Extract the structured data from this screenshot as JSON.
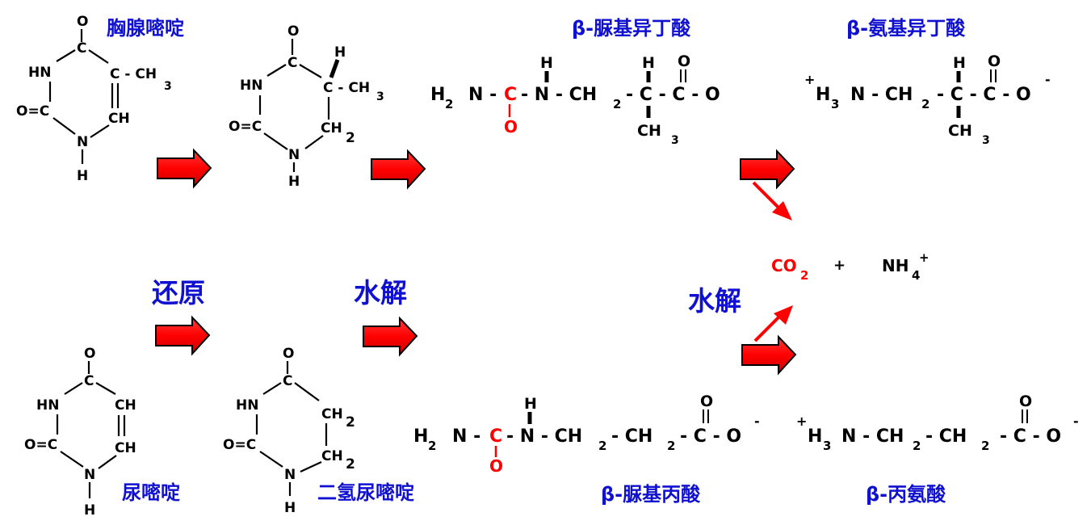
{
  "labels": {
    "thymine": "胸腺嘧啶",
    "uracil": "尿嘧啶",
    "dihydrouracil": "二氢尿嘧啶",
    "ureidoisobutyrate": "β-脲基异丁酸",
    "aminoisobutyrate": "β-氨基异丁酸",
    "ureidopropionate": "β-脲基丙酸",
    "alanine": "β-丙氨酸"
  },
  "steps": {
    "reduction": "还原",
    "hydrolysis_1": "水解",
    "hydrolysis_2": "水解"
  },
  "ring": {
    "o": "O",
    "hn": "HN",
    "c": "C",
    "o_eq_c": "O=C",
    "n": "N",
    "h": "H",
    "ch": "CH",
    "ch2": "CH",
    "ch3": "CH",
    "sub2": "2",
    "sub3": "3",
    "dash_ch3": "C - CH",
    "c_dash_ch3": "- CH"
  },
  "chains": {
    "ureido_iso": {
      "h2n": "H",
      "sub2": "2",
      "n_dash": "N -",
      "c_red": "C",
      "o_red": "O",
      "dash_n": "- N - CH",
      "sub2b": "2",
      "dash_c": "- C - C - O",
      "h_top": "H",
      "h_top2": "H",
      "o_top": "O",
      "ch3": "CH",
      "sub3": "3"
    },
    "amino_iso": {
      "plus": "+",
      "h3n": "H",
      "sub3": "3",
      "n_ch": "N - CH",
      "sub2": "2",
      "dash_c": "- C - C - O",
      "minus": "-",
      "h_top": "H",
      "o_top": "O",
      "ch3": "CH",
      "sub3b": "3"
    },
    "ureido_pro": {
      "h2n": "H",
      "sub2": "2",
      "n_dash": "N -",
      "c_red": "C",
      "o_red": "O",
      "dash_n": "- N - CH",
      "sub2b": "2",
      "dash_ch": "- CH",
      "sub2c": "2",
      "dash_c": "- C - O",
      "minus": "-",
      "h_top": "H",
      "o_top": "O"
    },
    "alanine": {
      "plus": "+",
      "h3n": "H",
      "sub3": "3",
      "n_ch": "N - CH",
      "sub2": "2",
      "dash_ch": "- CH",
      "sub2b": "2",
      "dash_c": "- C - O",
      "minus": "-",
      "o_top": "O"
    }
  },
  "products": {
    "co2": "CO",
    "co2_sub": "2",
    "plus": "+",
    "nh4": "NH",
    "nh4_sub": "4",
    "nh4_sup": "+"
  },
  "colors": {
    "label_blue": "#1010d0",
    "arrow_red": "#ff0000",
    "carbonyl_red": "#ff0000"
  }
}
